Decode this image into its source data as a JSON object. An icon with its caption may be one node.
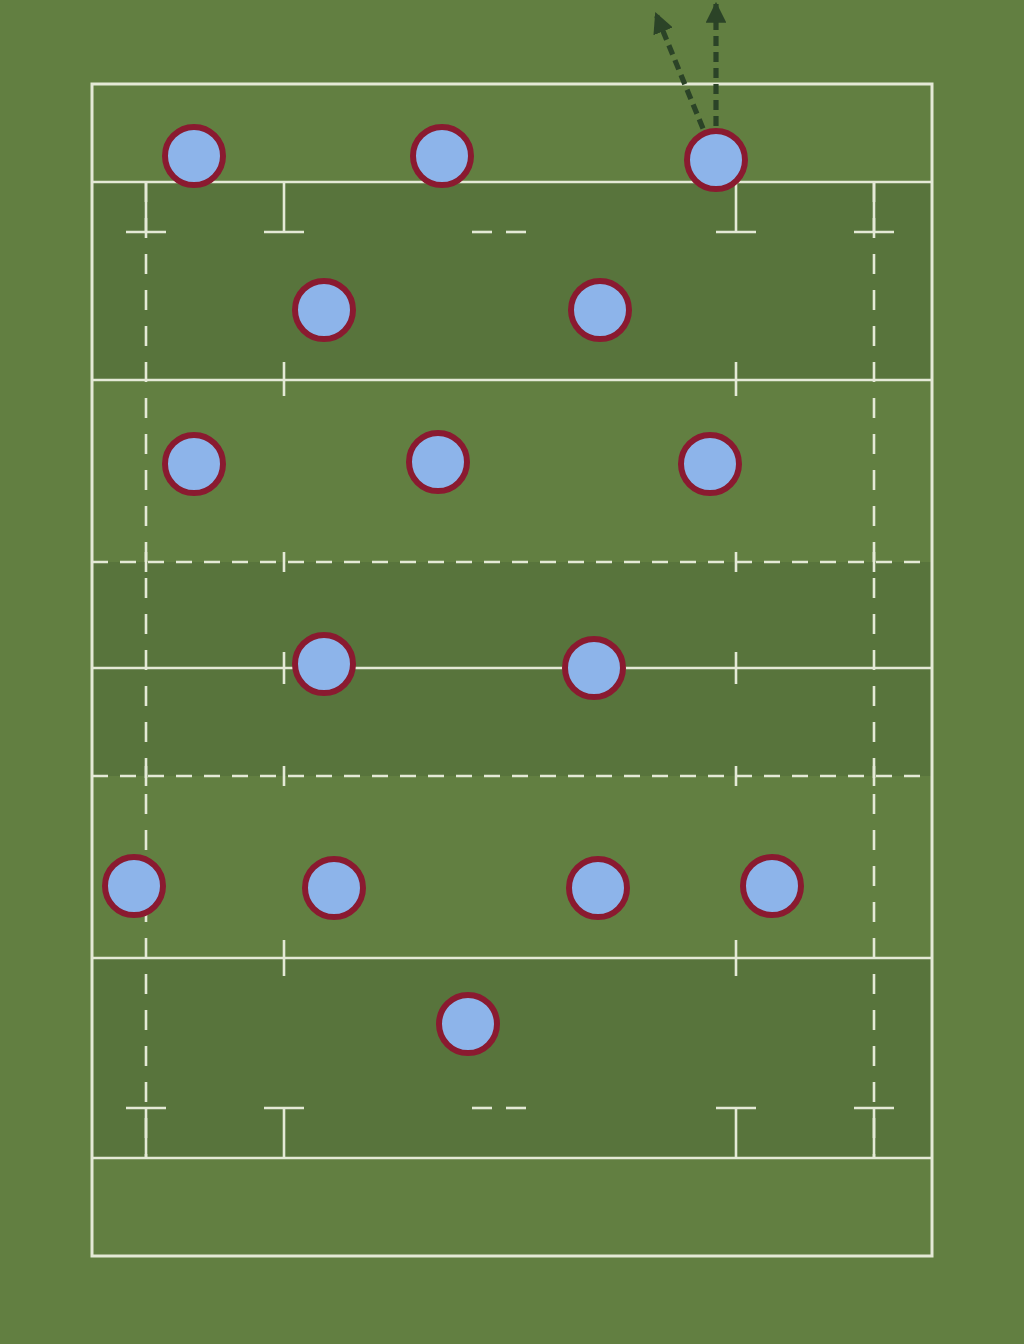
{
  "diagram": {
    "nodes": [
      {
        "text": [],
        "shape": "circle"
      },
      {
        "text": [],
        "shape": "circle"
      },
      {
        "text": [],
        "shape": "circle"
      },
      {
        "text": [],
        "shape": "circle"
      },
      {
        "text": [],
        "shape": "circle"
      },
      {
        "text": [],
        "shape": "circle"
      },
      {
        "text": [],
        "shape": "circle"
      },
      {
        "text": [],
        "shape": "circle"
      },
      {
        "text": [],
        "shape": "circle"
      },
      {
        "text": [],
        "shape": "circle"
      },
      {
        "text": [],
        "shape": "circle"
      },
      {
        "text": [],
        "shape": "circle"
      },
      {
        "text": [],
        "shape": "circle"
      },
      {
        "text": [],
        "shape": "circle"
      },
      {
        "text": [],
        "shape": "circle"
      }
    ],
    "edges": [
      {
        "from": 2,
        "to": null,
        "arrow": "to",
        "style": "dashed"
      },
      {
        "from": 2,
        "to": null,
        "arrow": "to",
        "style": "dashed"
      }
    ]
  }
}
